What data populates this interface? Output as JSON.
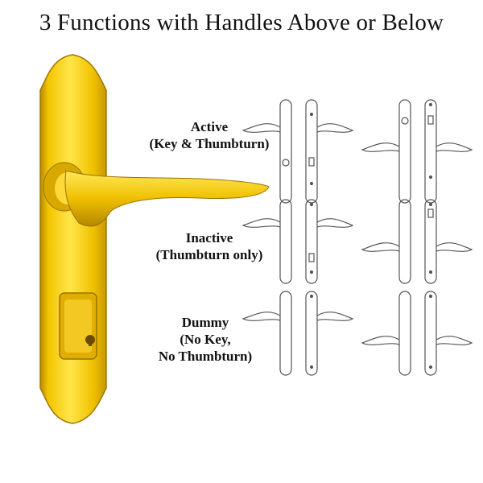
{
  "title": "3 Functions with Handles Above or Below",
  "product_icon": "gold-mortise-lever-handle-set",
  "colors": {
    "gold": "#e8b800",
    "line": "#555555"
  },
  "functions": [
    {
      "lines": [
        "Active",
        "(Key & Thumbturn)"
      ]
    },
    {
      "lines": [
        "Inactive",
        "(Thumbturn only)"
      ]
    },
    {
      "lines": [
        "Dummy",
        "(No Key,",
        "No Thumbturn)"
      ]
    }
  ]
}
